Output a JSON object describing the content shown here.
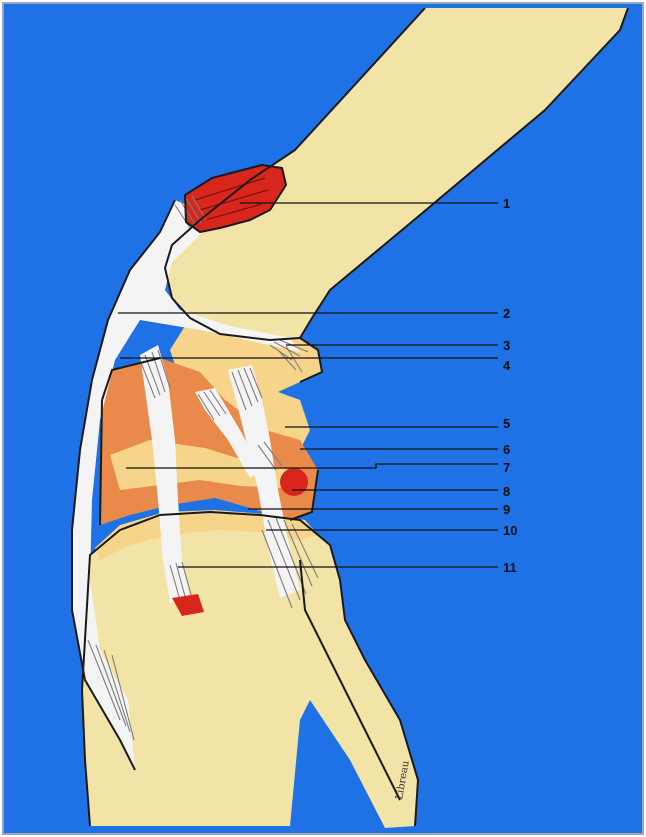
{
  "colors": {
    "background": "#1e72e6",
    "bone": "#f2e3a6",
    "bone_outline": "#1a1a1a",
    "cartilage": "#f6d58a",
    "meniscus": "#e98a4a",
    "muscle": "#d9261c",
    "tendon": "#f4f4f4",
    "leader_line": "#111111"
  },
  "labels": [
    {
      "number": "1"
    },
    {
      "number": "2"
    },
    {
      "number": "3"
    },
    {
      "number": "4"
    },
    {
      "number": "5"
    },
    {
      "number": "6"
    },
    {
      "number": "7"
    },
    {
      "number": "8"
    },
    {
      "number": "9"
    },
    {
      "number": "10"
    },
    {
      "number": "11"
    }
  ],
  "signature": "Libreau"
}
